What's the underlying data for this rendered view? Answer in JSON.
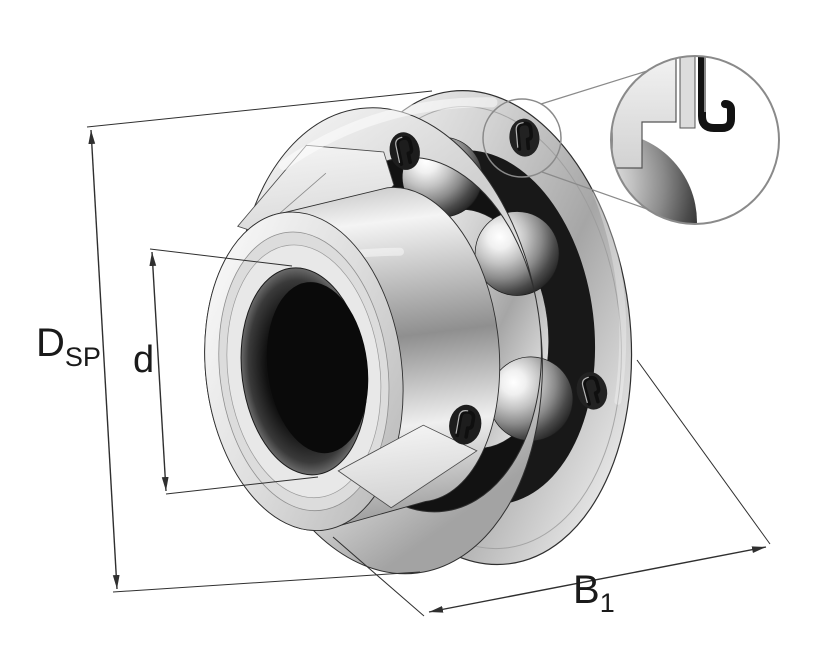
{
  "figure": {
    "kind": "technical-illustration",
    "subject": "radial insert ball bearing with spherical outer ring, cutaway view with seal detail magnifier",
    "background": "#ffffff",
    "line_color": "#2f2f2f"
  },
  "dimension_labels": {
    "outer_diameter": {
      "base": "D",
      "sub": "SP"
    },
    "bore_diameter": {
      "base": "d",
      "sub": ""
    },
    "width": {
      "base": "B",
      "sub": "1"
    }
  },
  "palette": {
    "metal_light": "#f5f5f5",
    "metal_mid": "#c8c8c8",
    "metal_dark": "#8e8e8e",
    "cavity_black": "#141414",
    "section_gray": "#e9e9e9",
    "detail_circle_stroke": "#8a8a8a"
  }
}
